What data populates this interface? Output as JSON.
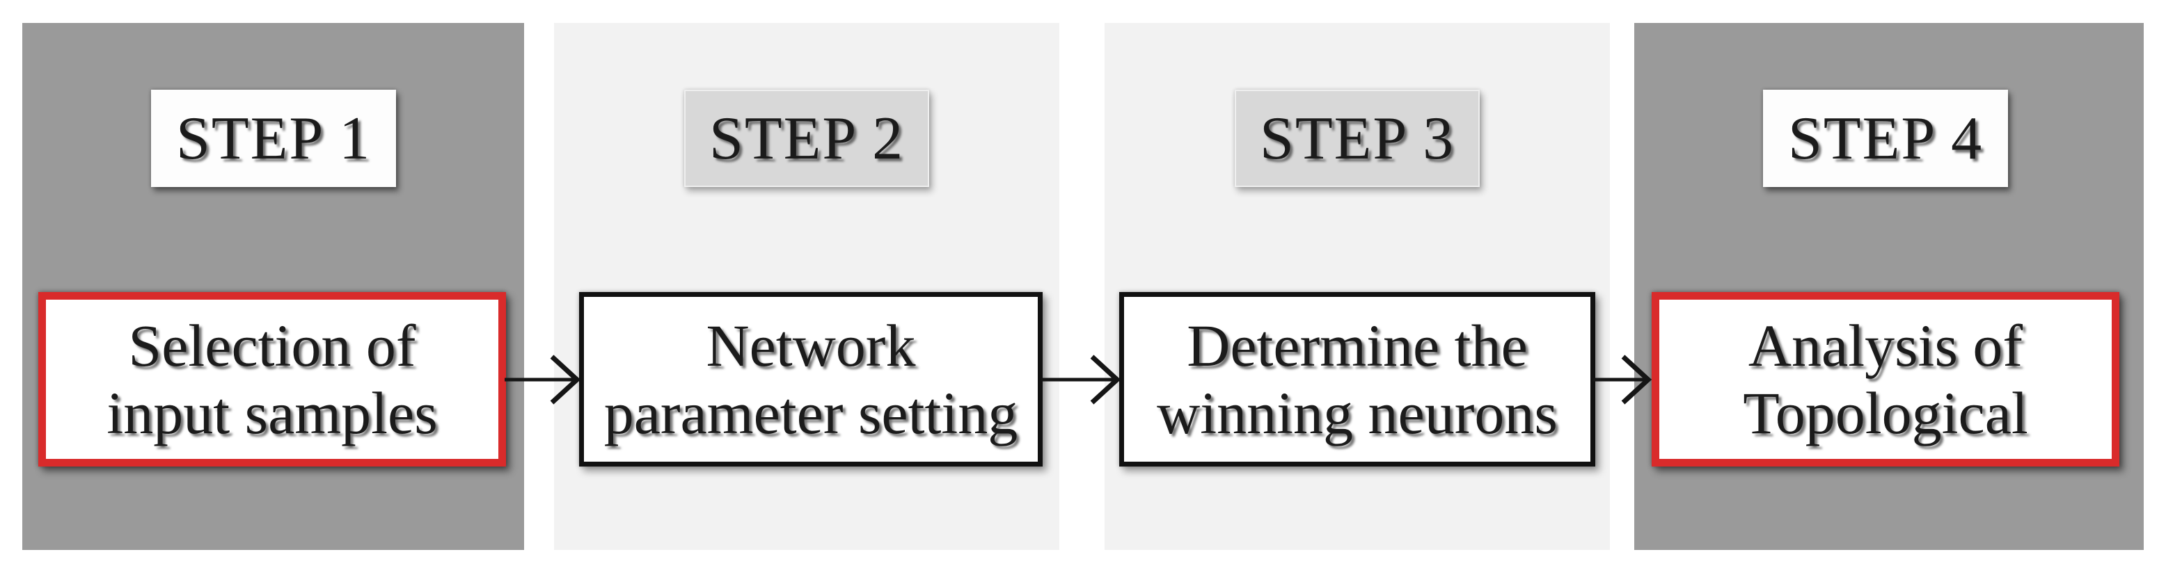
{
  "diagram": {
    "type": "flowchart",
    "direction": "left-to-right",
    "steps": [
      {
        "label": "STEP 1",
        "lines": [
          "Selection of",
          "input samples"
        ],
        "panel_style": "dark",
        "label_style": "white",
        "box_border": "red"
      },
      {
        "label": "STEP 2",
        "lines": [
          "Network",
          "parameter setting"
        ],
        "panel_style": "light",
        "label_style": "gray",
        "box_border": "black"
      },
      {
        "label": "STEP 3",
        "lines": [
          "Determine the",
          "winning neurons"
        ],
        "panel_style": "light",
        "label_style": "gray",
        "box_border": "black"
      },
      {
        "label": "STEP 4",
        "lines": [
          "Analysis of",
          "Topological"
        ],
        "panel_style": "dark",
        "label_style": "white",
        "box_border": "red"
      }
    ],
    "connectors": [
      "arrow-right",
      "arrow-right",
      "arrow-right"
    ]
  },
  "colors": {
    "panel-dark": "#9a9a9a",
    "panel-light": "#f2f2f2",
    "label-gray": "#d8d8d8",
    "accent-red": "#d92b2b",
    "border-black": "#111111",
    "text-dark": "#1b1b1b"
  }
}
